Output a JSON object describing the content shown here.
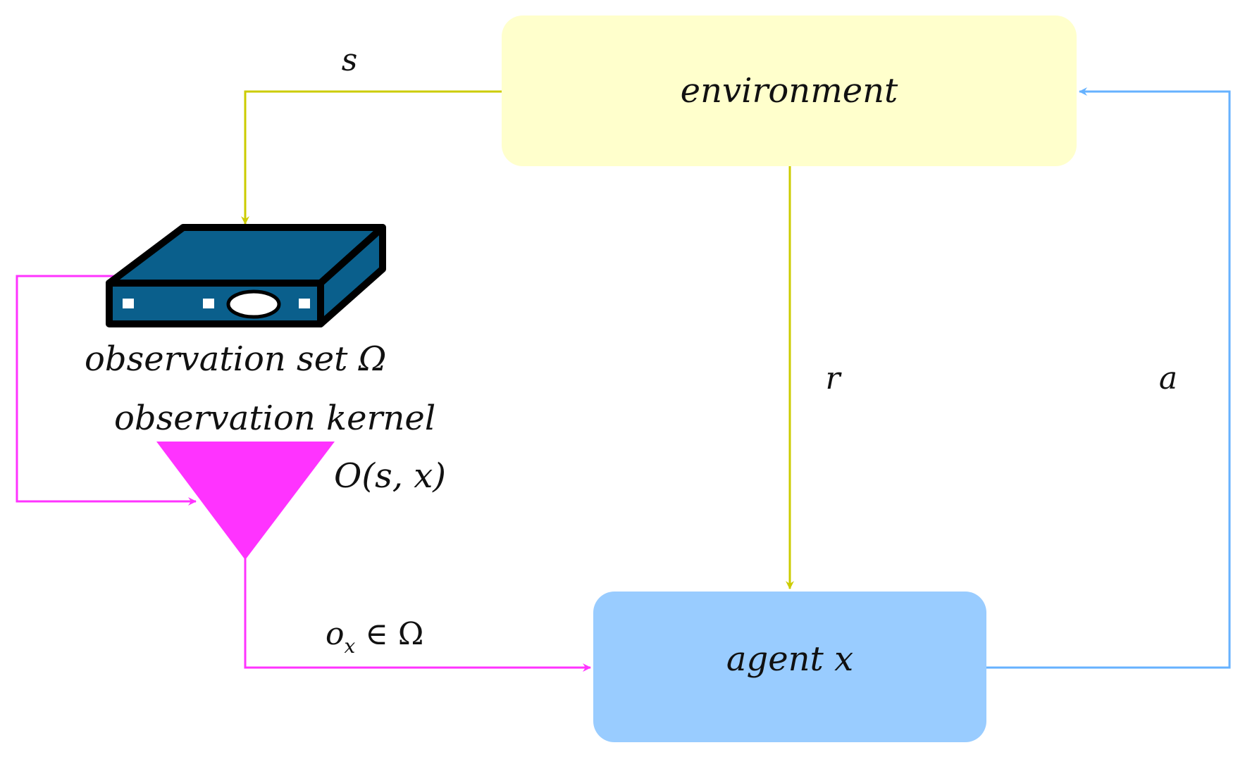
{
  "nodes": {
    "environment": {
      "label": "environment",
      "fill": "#FFFFCC"
    },
    "agent": {
      "label": "agent x",
      "fill": "#99CCFF"
    },
    "observation_set": {
      "label": "observation set Ω",
      "device_color": "#0A5F8C"
    },
    "observation_kernel": {
      "label": "observation kernel",
      "formula": "O(s, x)",
      "fill": "#FF33FF"
    }
  },
  "edges": {
    "state": {
      "label": "s",
      "from": "environment",
      "to": "observation_set",
      "color": "#CCCC00"
    },
    "reward": {
      "label": "r",
      "from": "environment",
      "to": "agent",
      "color": "#CCCC00"
    },
    "action": {
      "label": "a",
      "from": "agent",
      "to": "environment",
      "color": "#66B2FF"
    },
    "observation": {
      "label_base": "o",
      "label_sub": "x",
      "label_rest": " ∈ Ω",
      "from": "observation_kernel",
      "to": "agent",
      "color": "#FF33FF"
    },
    "kernel_input": {
      "from": "observation_set",
      "to": "observation_kernel",
      "color": "#FF33FF"
    }
  },
  "icons": [
    "router-device-icon",
    "inverted-triangle-icon"
  ]
}
